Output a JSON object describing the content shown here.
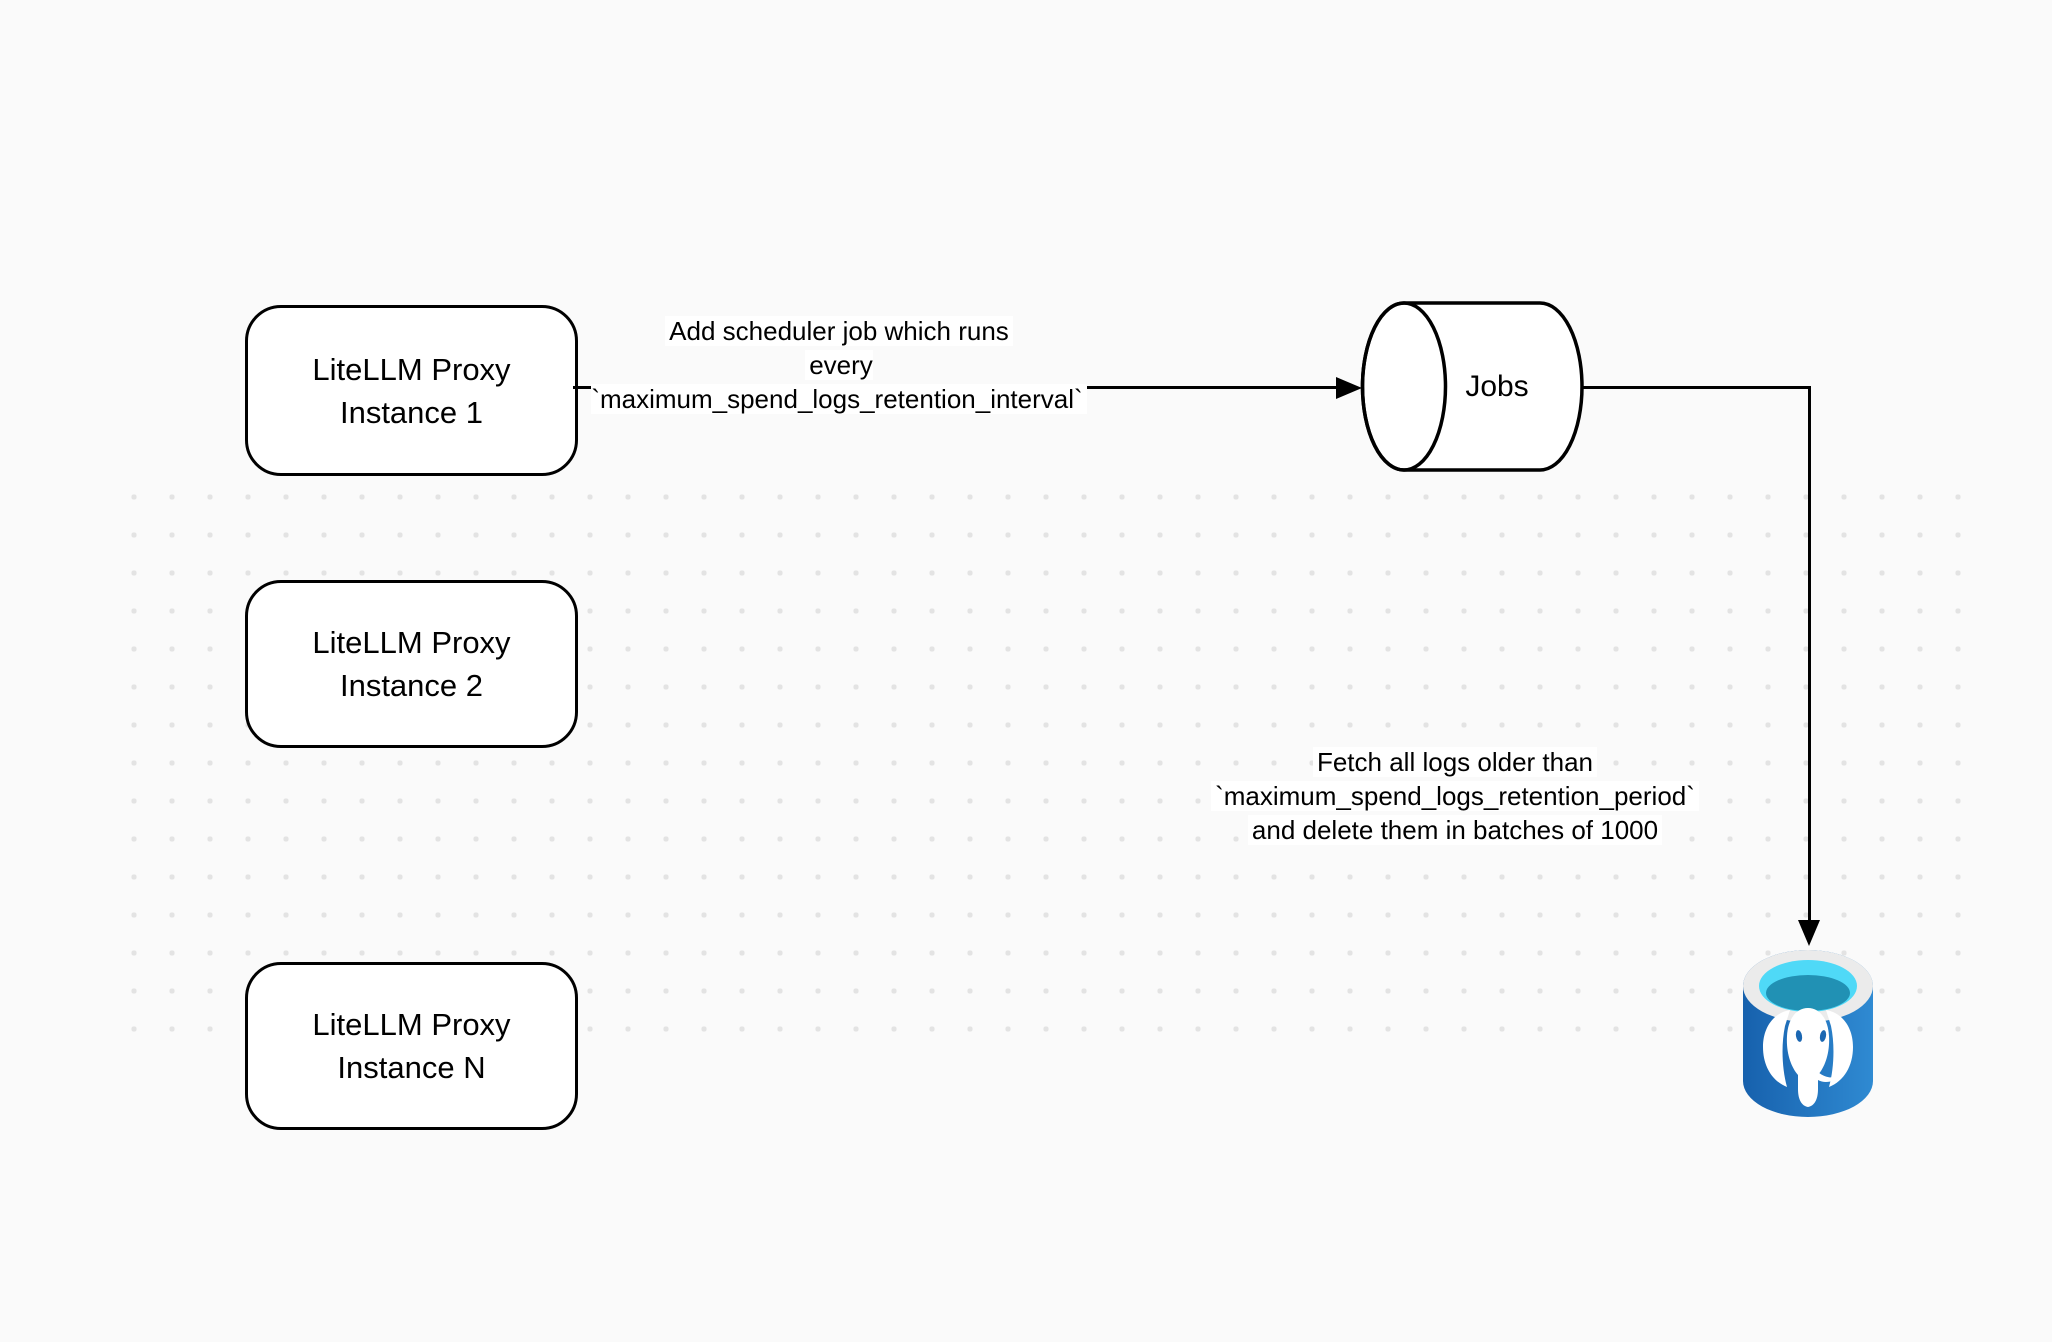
{
  "diagram": {
    "nodes": {
      "proxy1": {
        "line1": "LiteLLM Proxy",
        "line2": "Instance 1"
      },
      "proxy2": {
        "line1": "LiteLLM Proxy",
        "line2": "Instance 2"
      },
      "proxyN": {
        "line1": "LiteLLM Proxy",
        "line2": "Instance N"
      },
      "jobs": {
        "label": "Jobs"
      },
      "postgres": {
        "icon": "postgresql-database-icon"
      }
    },
    "edges": {
      "scheduler": {
        "line1": "Add scheduler job which runs",
        "line2": "every `maximum_spend_logs_retention_interval`"
      },
      "fetch": {
        "line1": "Fetch all logs older than",
        "line2": "`maximum_spend_logs_retention_period`",
        "line3": "and delete them in batches of 1000"
      }
    },
    "colors": {
      "background": "#fafafa",
      "dot_grid": "#e3e3e3",
      "node_stroke": "#000000",
      "node_fill": "#ffffff",
      "postgres_body_left": "#1761ad",
      "postgres_body_right": "#2f8ad2",
      "postgres_rim": "#ebebeb",
      "postgres_opening": "#4fd9f7",
      "postgres_opening_inner": "#2191b4",
      "postgres_elephant": "#ffffff"
    }
  }
}
